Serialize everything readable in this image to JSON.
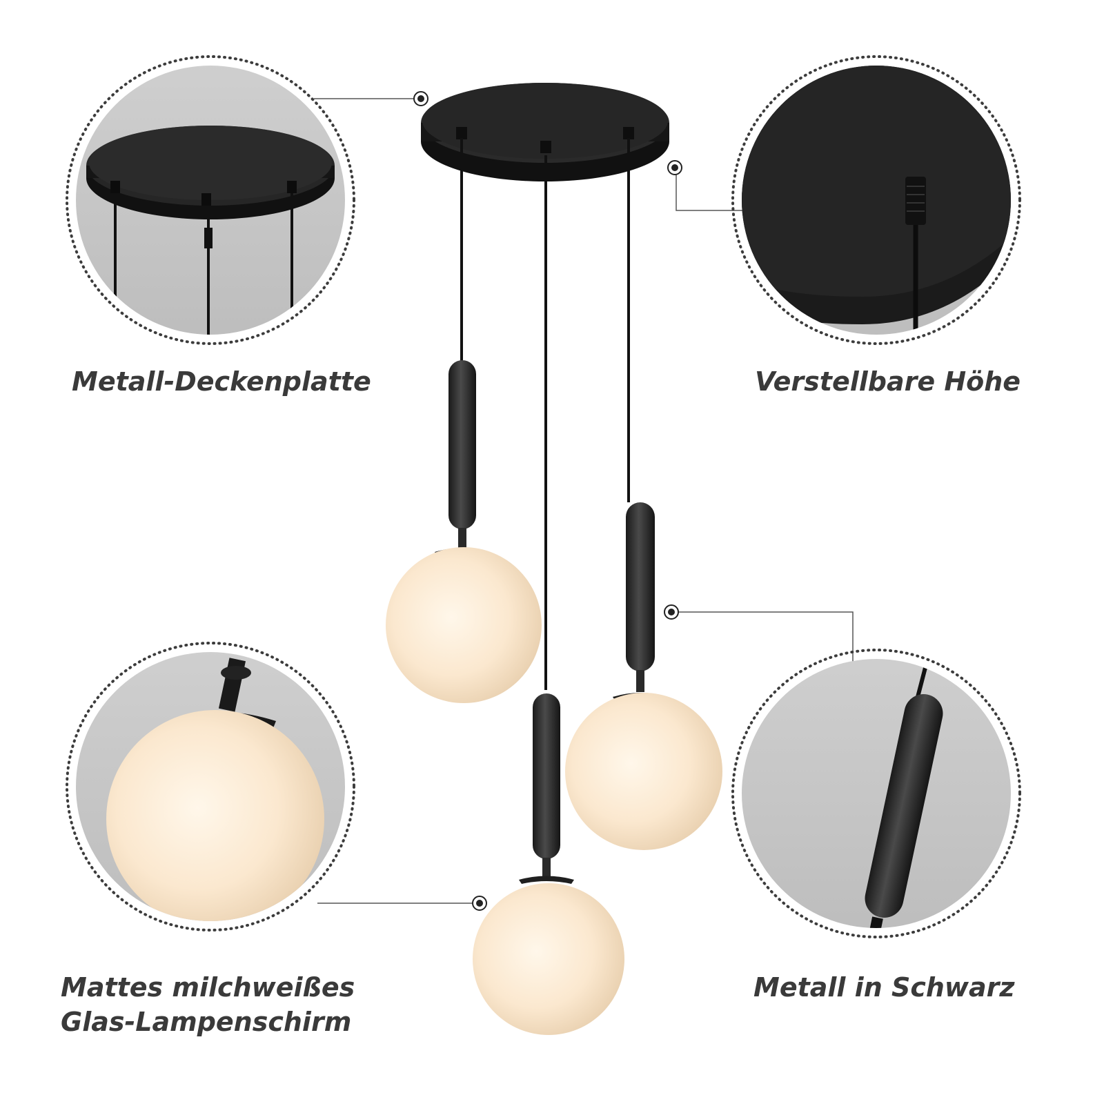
{
  "features": {
    "top_left": {
      "lines": [
        "Metall-Deckenplatte"
      ]
    },
    "top_right": {
      "lines": [
        "Verstellbare Höhe"
      ]
    },
    "bottom_left": {
      "lines": [
        "Mattes milchweißes",
        "Glas-Lampenschirm"
      ]
    },
    "bottom_right": {
      "lines": [
        "Metall in Schwarz"
      ]
    }
  },
  "colors": {
    "background": "#ffffff",
    "label_text": "#3a3a3a",
    "metal_black": "#1c1c1c",
    "inset_background": "#c8c8c8",
    "glass_globe": "#fbe9d1",
    "dotted_border": "#3c3c3c"
  }
}
